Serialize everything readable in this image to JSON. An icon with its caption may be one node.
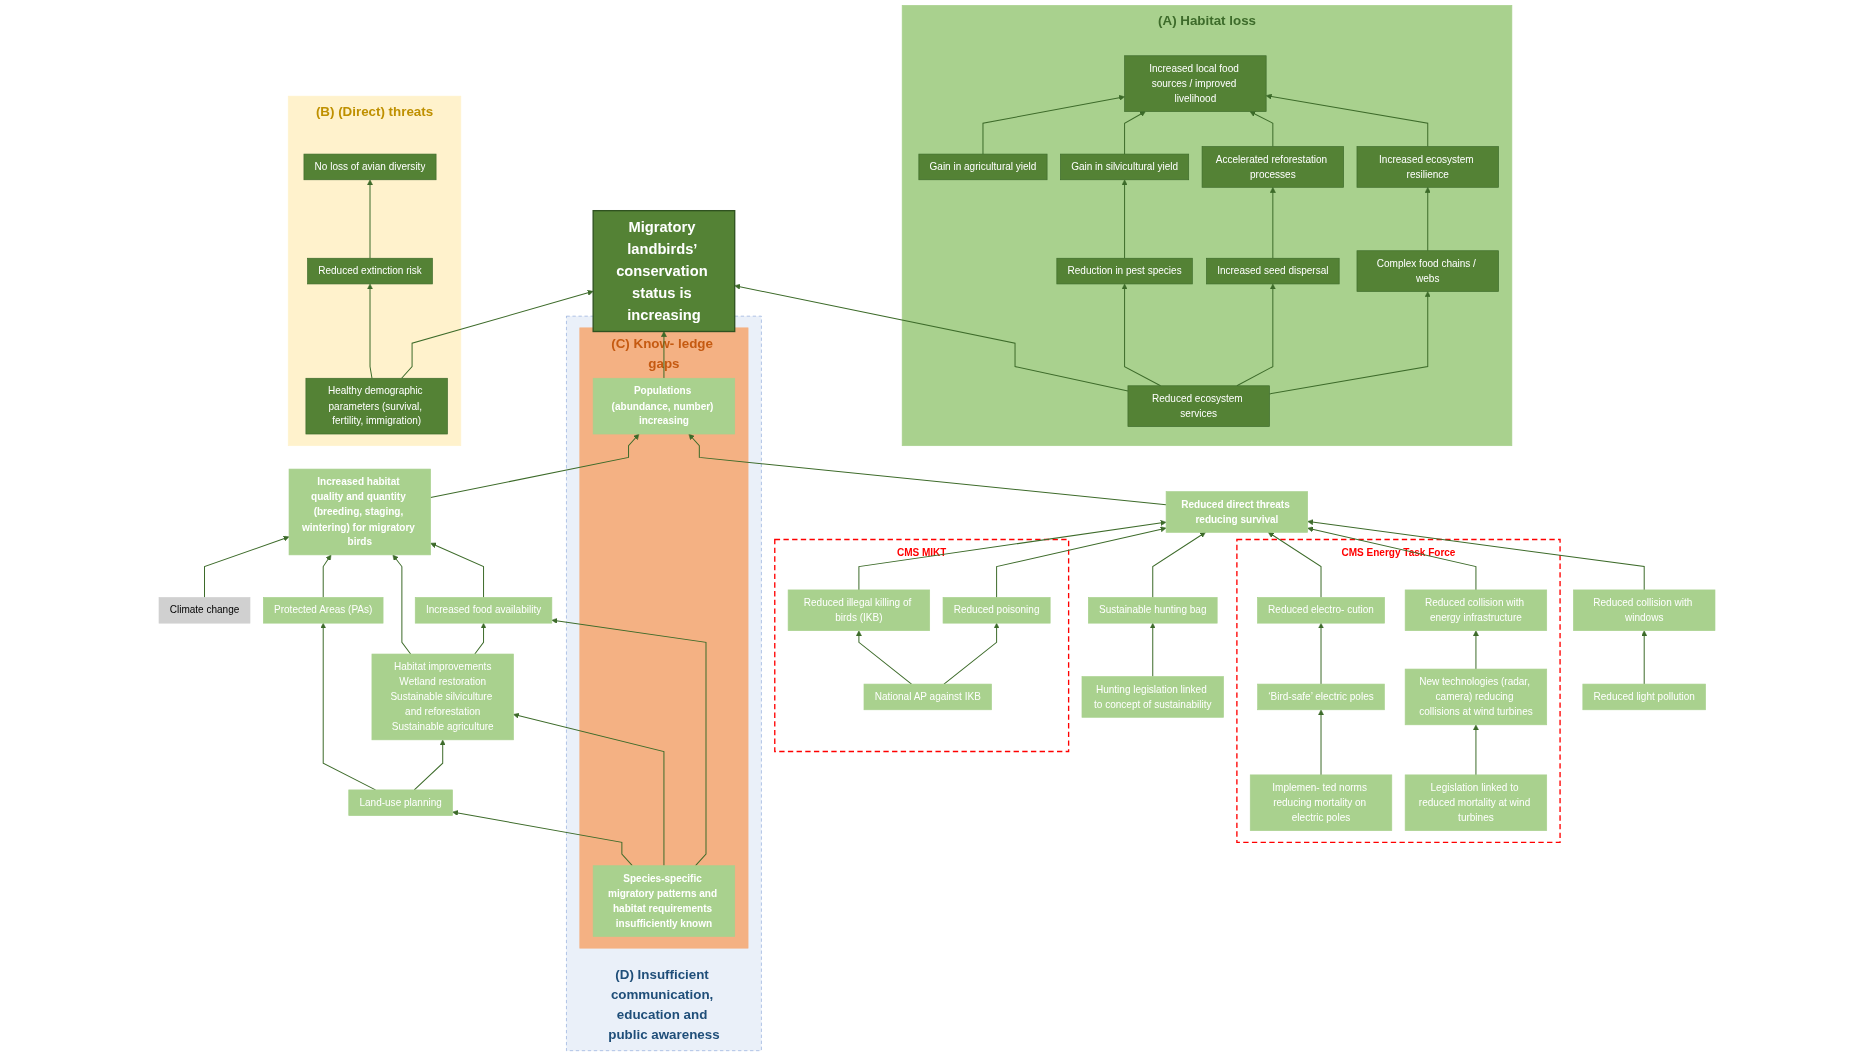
{
  "diagram": {
    "nodes": [
      {
        "text": [
          "(A) Habitat loss"
        ]
      },
      {
        "text": [
          "Increased local food sources / improved livelihood"
        ],
        "in": 0
      },
      {
        "text": [
          "Gain in agricultural yield"
        ],
        "in": 0
      },
      {
        "text": [
          "Gain in silvicultural yield"
        ],
        "in": 0
      },
      {
        "text": [
          "Accelerated reforestation processes"
        ],
        "in": 0
      },
      {
        "text": [
          "Increased ecosystem resilience"
        ],
        "in": 0
      },
      {
        "text": [
          "Reduction in pest species"
        ],
        "in": 0
      },
      {
        "text": [
          "Increased seed dispersal"
        ],
        "in": 0
      },
      {
        "text": [
          "Complex food chains / webs"
        ],
        "in": 0
      },
      {
        "text": [
          "Reduced ecosystem services"
        ],
        "in": 0
      },
      {
        "text": [
          "(B) (Direct) threats"
        ]
      },
      {
        "text": [
          "No loss of avian diversity"
        ],
        "in": 10
      },
      {
        "text": [
          "Reduced extinction risk"
        ],
        "in": 10
      },
      {
        "text": [
          "Healthy demographic parameters (survival, fertility, immigration)"
        ],
        "in": 10
      },
      {
        "text": [
          "Migratory landbirds’ conservation status is increasing"
        ]
      },
      {
        "text": [
          "(D) Insufficient communication, education and public awareness"
        ]
      },
      {
        "text": [
          "(C) Know- ledge gaps"
        ],
        "in": 15
      },
      {
        "text": [
          "Populations (abundance, number) increasing"
        ],
        "in": 16
      },
      {
        "text": [
          "Species-specific migratory patterns and habitat requirements insufficiently known"
        ],
        "in": 16
      },
      {
        "text": [
          "Increased habitat quality and quantity (breeding, staging, wintering) for migratory birds"
        ]
      },
      {
        "text": [
          "Climate change"
        ]
      },
      {
        "text": [
          "Increased food availability"
        ]
      },
      {
        "text": [
          "Protected Areas (PAs)"
        ]
      },
      {
        "text": [
          "Habitat improvements",
          "Wetland restoration",
          "Sustainable silviculture and reforestation",
          "Sustainable agriculture"
        ]
      },
      {
        "text": [
          "Land-use planning"
        ]
      },
      {
        "text": [
          "Reduced direct threats reducing survival"
        ]
      },
      {
        "text": [
          "CMS MIKT"
        ]
      },
      {
        "text": [
          "Reduced illegal killing of birds (IKB)"
        ],
        "in": 26
      },
      {
        "text": [
          "Reduced poisoning"
        ],
        "in": 26
      },
      {
        "text": [
          "National AP against IKB"
        ],
        "in": 26
      },
      {
        "text": [
          "Sustainable hunting bag"
        ]
      },
      {
        "text": [
          "Hunting legislation linked to concept of sustainability"
        ]
      },
      {
        "text": [
          "CMS Energy Task Force"
        ]
      },
      {
        "text": [
          "Reduced electro- cution"
        ],
        "in": 32
      },
      {
        "text": [
          "Reduced collision with energy infrastructure"
        ],
        "in": 32
      },
      {
        "text": [
          "‘Bird-safe’ electric poles"
        ],
        "in": 32
      },
      {
        "text": [
          "New technologies (radar, camera) reducing collisions at wind turbines"
        ],
        "in": 32
      },
      {
        "text": [
          "Implemen- ted norms reducing mortality on electric poles"
        ],
        "in": 32
      },
      {
        "text": [
          "Legislation linked to reduced mortality at wind turbines"
        ],
        "in": 32
      },
      {
        "text": [
          "Reduced collision with windows"
        ]
      },
      {
        "text": [
          "Reduced light pollution"
        ]
      }
    ],
    "edges": [
      {
        "from": 2,
        "to": 1,
        "arrow": "to"
      },
      {
        "from": 3,
        "to": 1,
        "arrow": "to"
      },
      {
        "from": 4,
        "to": 1,
        "arrow": "to"
      },
      {
        "from": 5,
        "to": 1,
        "arrow": "to"
      },
      {
        "from": 6,
        "to": 3,
        "arrow": "to"
      },
      {
        "from": 7,
        "to": 4,
        "arrow": "to"
      },
      {
        "from": 8,
        "to": 5,
        "arrow": "to"
      },
      {
        "from": 9,
        "to": 6,
        "arrow": "to"
      },
      {
        "from": 9,
        "to": 7,
        "arrow": "to"
      },
      {
        "from": 9,
        "to": 8,
        "arrow": "to"
      },
      {
        "from": 9,
        "to": 14,
        "arrow": "to"
      },
      {
        "from": 13,
        "to": 14,
        "arrow": "to"
      },
      {
        "from": 13,
        "to": 12,
        "arrow": "to"
      },
      {
        "from": 12,
        "to": 11,
        "arrow": "to"
      },
      {
        "from": 17,
        "to": 14,
        "arrow": "to"
      },
      {
        "from": 19,
        "to": 17,
        "arrow": "to"
      },
      {
        "from": 25,
        "to": 17,
        "arrow": "to"
      },
      {
        "from": 20,
        "to": 19,
        "arrow": "to"
      },
      {
        "from": 22,
        "to": 19,
        "arrow": "to"
      },
      {
        "from": 23,
        "to": 19,
        "arrow": "to"
      },
      {
        "from": 21,
        "to": 19,
        "arrow": "to"
      },
      {
        "from": 23,
        "to": 21,
        "arrow": "to"
      },
      {
        "from": 24,
        "to": 22,
        "arrow": "to"
      },
      {
        "from": 24,
        "to": 23,
        "arrow": "to"
      },
      {
        "from": 18,
        "to": 21,
        "arrow": "to"
      },
      {
        "from": 18,
        "to": 23,
        "arrow": "to"
      },
      {
        "from": 18,
        "to": 24,
        "arrow": "to"
      },
      {
        "from": 27,
        "to": 25,
        "arrow": "to"
      },
      {
        "from": 28,
        "to": 25,
        "arrow": "to"
      },
      {
        "from": 30,
        "to": 25,
        "arrow": "to"
      },
      {
        "from": 33,
        "to": 25,
        "arrow": "to"
      },
      {
        "from": 34,
        "to": 25,
        "arrow": "to"
      },
      {
        "from": 39,
        "to": 25,
        "arrow": "to"
      },
      {
        "from": 29,
        "to": 27,
        "arrow": "to"
      },
      {
        "from": 29,
        "to": 28,
        "arrow": "to"
      },
      {
        "from": 31,
        "to": 30,
        "arrow": "to"
      },
      {
        "from": 35,
        "to": 33,
        "arrow": "to"
      },
      {
        "from": 37,
        "to": 35,
        "arrow": "to"
      },
      {
        "from": 36,
        "to": 34,
        "arrow": "to"
      },
      {
        "from": 38,
        "to": 36,
        "arrow": "to"
      },
      {
        "from": 40,
        "to": 39,
        "arrow": "to"
      }
    ]
  }
}
